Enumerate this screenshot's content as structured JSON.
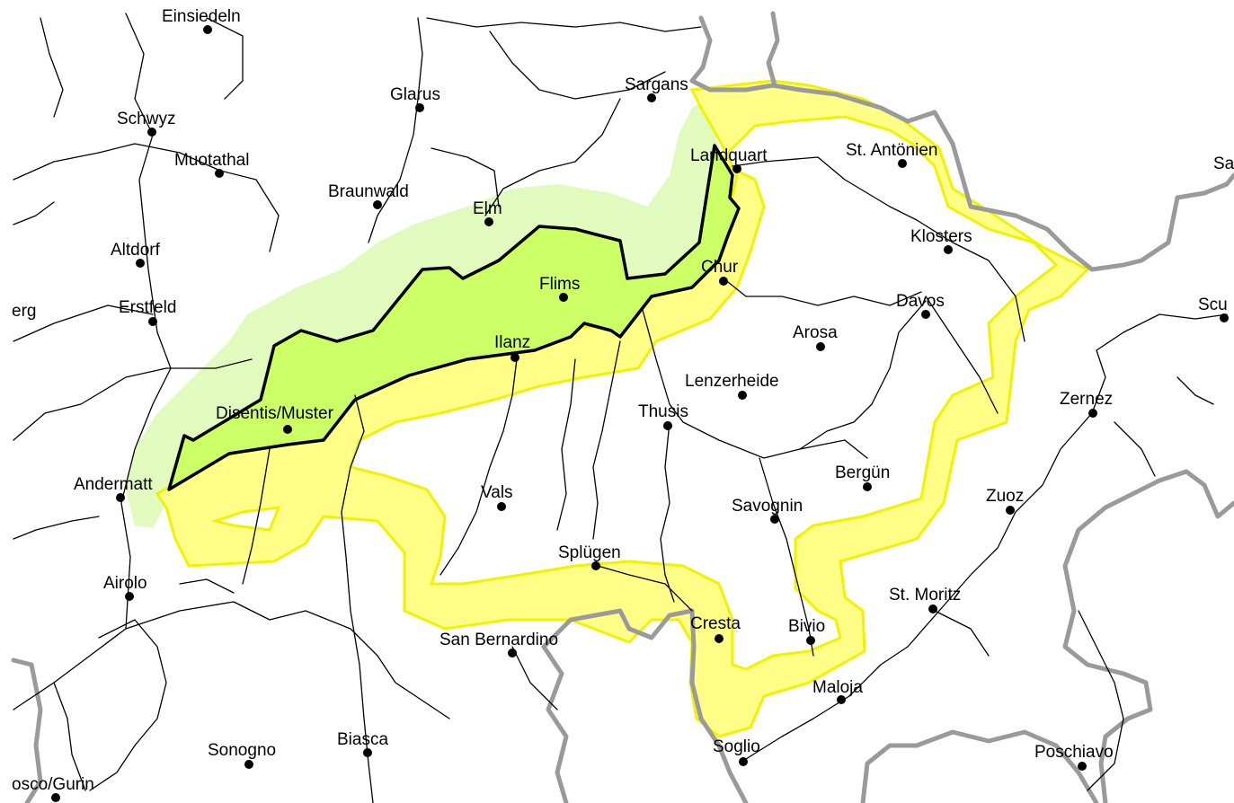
{
  "map": {
    "colors": {
      "background": "#ffffff",
      "rivers": "#000000",
      "national_border": "#9a9a9a",
      "outer_zone_fill": "#ffff88",
      "outer_zone_stroke": "#f2f200",
      "light_green_zone": "#e0fbbd",
      "core_zone_fill": "#ccff66",
      "core_zone_stroke": "#000000"
    },
    "towns": {
      "einsiedeln": "Einsiedeln",
      "schwyz": "Schwyz",
      "muotathal": "Muotathal",
      "altdorf": "Altdorf",
      "erstfeld": "Erstfeld",
      "berg_partial": "erg",
      "andermatt": "Andermatt",
      "airolo": "Airolo",
      "sonogno": "Sonogno",
      "bosco_gurin": "osco/Gurin",
      "biasca": "Biasca",
      "glarus": "Glarus",
      "braunwald": "Braunwald",
      "elm": "Elm",
      "sargans": "Sargans",
      "landquart": "Landquart",
      "st_antoenien": "St. Antönien",
      "klosters": "Klosters",
      "chur": "Chur",
      "flims": "Flims",
      "ilanz": "Ilanz",
      "disentis": "Disentis/Muster",
      "davos": "Davos",
      "arosa": "Arosa",
      "lenzerheide": "Lenzerheide",
      "thusis": "Thusis",
      "vals": "Vals",
      "spluegen": "Splügen",
      "san_bernardino": "San Bernardino",
      "savognin": "Savognin",
      "berguen": "Bergün",
      "cresta": "Cresta",
      "bivio": "Bivio",
      "maloja": "Maloja",
      "soglio": "Soglio",
      "st_moritz": "St. Moritz",
      "zuoz": "Zuoz",
      "zernez": "Zernez",
      "poschiavo": "Poschiavo",
      "scuol_partial": "Scu",
      "sa_partial": "Sa"
    }
  }
}
